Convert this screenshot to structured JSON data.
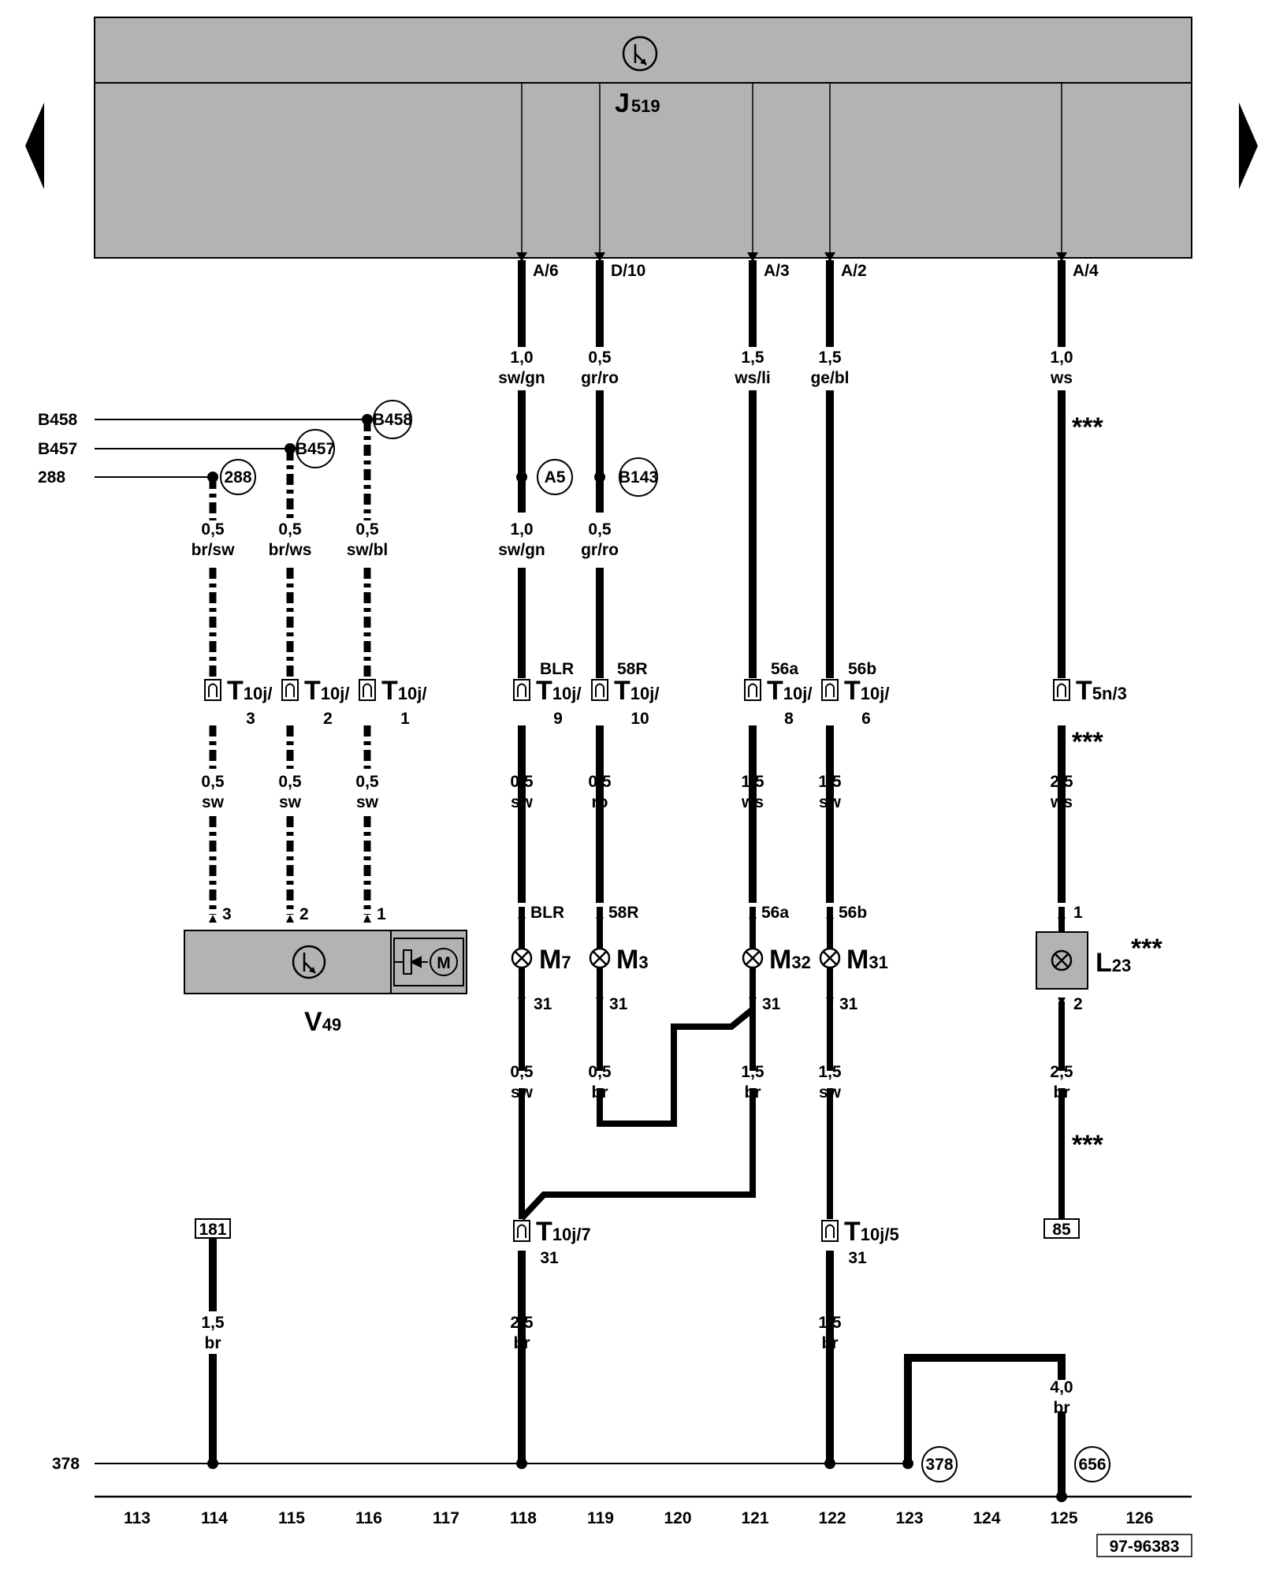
{
  "control_unit": {
    "label": "J",
    "sub": "519"
  },
  "unit_pins": {
    "a6": "A/6",
    "d10": "D/10",
    "a3": "A/3",
    "a2": "A/2",
    "a4": "A/4"
  },
  "wires": {
    "w118_top": [
      "1,0",
      "sw/gn"
    ],
    "w119_top": [
      "0,5",
      "gr/ro"
    ],
    "w121_top": [
      "1,5",
      "ws/li"
    ],
    "w122_top": [
      "1,5",
      "ge/bl"
    ],
    "w125_top": [
      "1,0",
      "ws"
    ],
    "w114": [
      "0,5",
      "br/sw"
    ],
    "w115": [
      "0,5",
      "br/ws"
    ],
    "w116": [
      "0,5",
      "sw/bl"
    ],
    "w118_mid": [
      "1,0",
      "sw/gn"
    ],
    "w119_mid": [
      "0,5",
      "gr/ro"
    ],
    "w114_low": [
      "0,5",
      "sw"
    ],
    "w115_low": [
      "0,5",
      "sw"
    ],
    "w116_low": [
      "0,5",
      "sw"
    ],
    "w118_low": [
      "0,5",
      "sw"
    ],
    "w119_low": [
      "0,5",
      "ro"
    ],
    "w121_low": [
      "1,5",
      "ws"
    ],
    "w122_low": [
      "1,5",
      "sw"
    ],
    "w125_low": [
      "2,5",
      "ws"
    ],
    "w118_gnd": [
      "0,5",
      "sw"
    ],
    "w119_gnd": [
      "0,5",
      "br"
    ],
    "w121_gnd": [
      "1,5",
      "br"
    ],
    "w122_gnd": [
      "1,5",
      "sw"
    ],
    "w125_gnd": [
      "2,5",
      "br"
    ],
    "w114_bot": [
      "1,5",
      "br"
    ],
    "w118_bot": [
      "2,5",
      "br"
    ],
    "w122_bot": [
      "1,5",
      "br"
    ],
    "w125_bot": [
      "4,0",
      "br"
    ]
  },
  "refs": {
    "b458": "B458",
    "b457": "B457",
    "r288": "288",
    "r378": "378"
  },
  "nodes": {
    "b458": "B458",
    "b457": "B457",
    "n288": "288",
    "a5": "A5",
    "b143": "B143",
    "n378": "378",
    "n656": "656"
  },
  "connectors": {
    "t10j3": {
      "main": "T",
      "sub": "10j/",
      "num": "3"
    },
    "t10j2": {
      "main": "T",
      "sub": "10j/",
      "num": "2"
    },
    "t10j1": {
      "main": "T",
      "sub": "10j/",
      "num": "1"
    },
    "t10j9": {
      "main": "T",
      "sub": "10j/",
      "num": "9",
      "top": "BLR"
    },
    "t10j10": {
      "main": "T",
      "sub": "10j/",
      "num": "10",
      "top": "58R"
    },
    "t10j8": {
      "main": "T",
      "sub": "10j/",
      "num": "8",
      "top": "56a"
    },
    "t10j6": {
      "main": "T",
      "sub": "10j/",
      "num": "6",
      "top": "56b"
    },
    "t5n3": {
      "main": "T",
      "sub": "5n/3"
    },
    "t10j7": {
      "main": "T",
      "sub": "10j/7",
      "num": "31"
    },
    "t10j5": {
      "main": "T",
      "sub": "10j/5",
      "num": "31"
    }
  },
  "pins": {
    "v49_3": "3",
    "v49_2": "2",
    "v49_1": "1",
    "m7_in": "BLR",
    "m3_in": "58R",
    "m32_in": "56a",
    "m31_in": "56b",
    "m7_out": "31",
    "m3_out": "31",
    "m32_out": "31",
    "m31_out": "31",
    "l23_in": "1",
    "l23_out": "2"
  },
  "components": {
    "v49": {
      "main": "V",
      "sub": "49"
    },
    "m7": {
      "main": "M",
      "sub": "7"
    },
    "m3": {
      "main": "M",
      "sub": "3"
    },
    "m32": {
      "main": "M",
      "sub": "32"
    },
    "m31": {
      "main": "M",
      "sub": "31"
    },
    "l23": {
      "main": "L",
      "sub": "23",
      "note": "***"
    },
    "motor": "M"
  },
  "notes": {
    "star": "***"
  },
  "boxed_refs": {
    "r181": "181",
    "r85": "85"
  },
  "track_numbers": [
    "113",
    "114",
    "115",
    "116",
    "117",
    "118",
    "119",
    "120",
    "121",
    "122",
    "123",
    "124",
    "125",
    "126"
  ],
  "drawing_number": "97-96383"
}
